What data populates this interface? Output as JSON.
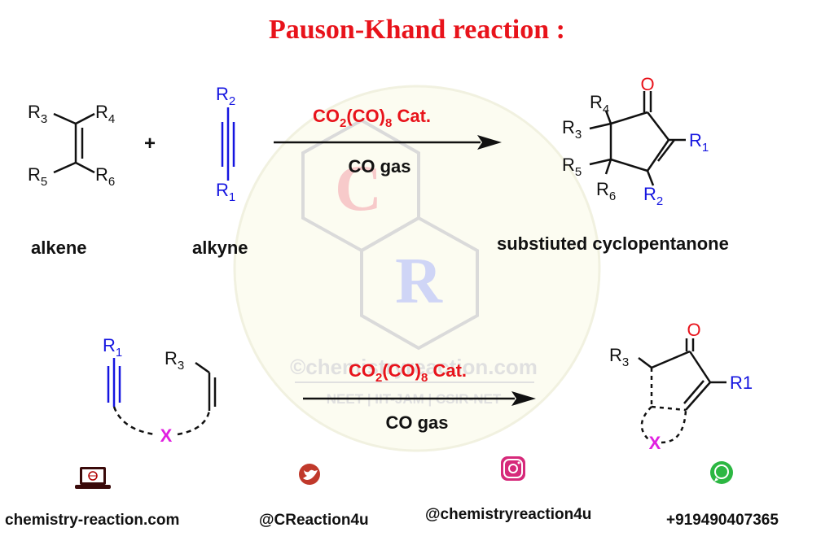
{
  "title": "Pauson-Khand reaction :",
  "reaction1": {
    "alkene": {
      "caption": "alkene",
      "substituents": [
        "R3",
        "R4",
        "R5",
        "R6"
      ]
    },
    "plus": "+",
    "alkyne": {
      "caption": "alkyne",
      "top": "R2",
      "bottom": "R1"
    },
    "catalyst_main": "CO",
    "catalyst_sub1": "2",
    "catalyst_mid": "(CO)",
    "catalyst_sub2": "8",
    "catalyst_tail": " Cat.",
    "reagent": "CO gas",
    "product": {
      "caption": "substiuted cyclopentanone",
      "labels": [
        "O",
        "R4",
        "R3",
        "R1",
        "R5",
        "R6",
        "R2"
      ]
    }
  },
  "reaction2": {
    "alkyne_label": "R1",
    "alkene_label": "R3",
    "tether": "X",
    "catalyst_main": "CO",
    "catalyst_sub1": "2",
    "catalyst_mid": "(CO)",
    "catalyst_sub2": "8",
    "catalyst_tail": " Cat.",
    "reagent": "CO gas",
    "product": {
      "labels": [
        "O",
        "R3",
        "R1",
        "X"
      ]
    }
  },
  "watermark": {
    "text": "©chemistryreaction.com",
    "subtext": "NEET | IIT-JAM | CSIR-NET",
    "letter1": "C",
    "letter2": "R"
  },
  "footer": {
    "website": "chemistry-reaction.com",
    "twitter": "@CReaction4u",
    "instagram": "@chemistryreaction4u",
    "whatsapp": "+919490407365"
  },
  "colors": {
    "red": "#e8131b",
    "blue": "#1515e0",
    "magenta": "#e020e0",
    "dark": "#111111"
  }
}
